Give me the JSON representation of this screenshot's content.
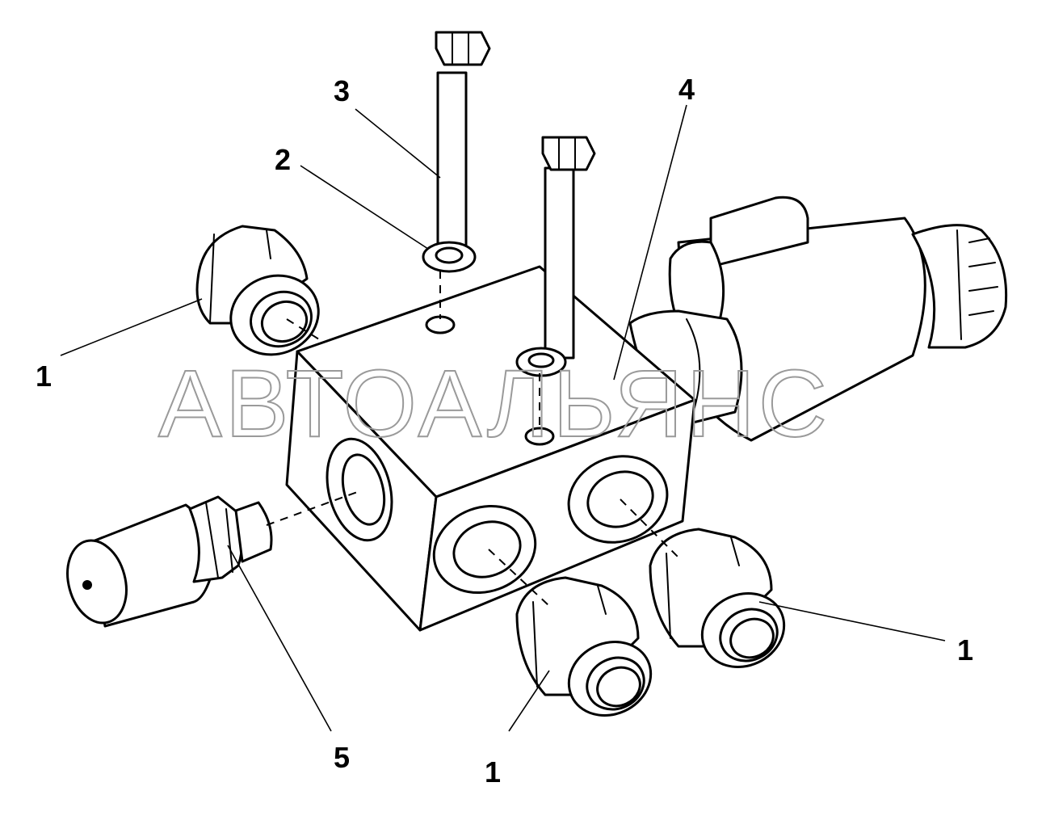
{
  "watermark": "АВТОАЛЬЯНС",
  "callouts": {
    "fitting_left": "1",
    "fitting_bottom_center": "1",
    "fitting_bottom_right": "1",
    "washer": "2",
    "bolt": "3",
    "valve_block": "4",
    "plug": "5"
  }
}
